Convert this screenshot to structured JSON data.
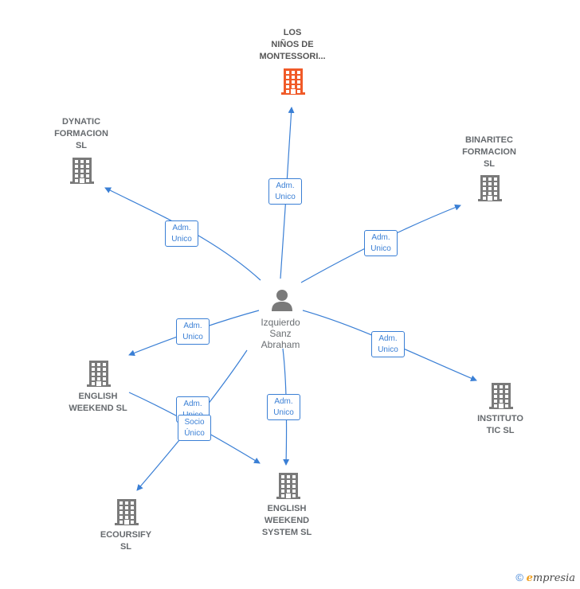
{
  "colors": {
    "edge": "#3a7fd5",
    "building_default": "#7a7a7a",
    "building_highlight": "#f05a28",
    "person": "#7a7a7a",
    "label": "#666a6e"
  },
  "person": {
    "name": "Izquierdo\nSanz\nAbraham",
    "icon": "person-icon"
  },
  "companies": [
    {
      "id": "montessori",
      "name": "LOS\nNIÑOS DE\nMONTESSORI...",
      "icon": "building-icon",
      "highlight": true
    },
    {
      "id": "dynatic",
      "name": "DYNATIC\nFORMACION\nSL",
      "icon": "building-icon",
      "highlight": false
    },
    {
      "id": "binaritec",
      "name": "BINARITEC\nFORMACION\nSL",
      "icon": "building-icon",
      "highlight": false
    },
    {
      "id": "english-weekend",
      "name": "ENGLISH\nWEEKEND  SL",
      "icon": "building-icon",
      "highlight": false
    },
    {
      "id": "instituto-tic",
      "name": "INSTITUTO\nTIC  SL",
      "icon": "building-icon",
      "highlight": false
    },
    {
      "id": "ecoursify",
      "name": "ECOURSIFY\nSL",
      "icon": "building-icon",
      "highlight": false
    },
    {
      "id": "english-weekend-system",
      "name": "ENGLISH\nWEEKEND\nSYSTEM  SL",
      "icon": "building-icon",
      "highlight": false
    }
  ],
  "relations": [
    {
      "to": "montessori",
      "line1": "Adm.",
      "line2": "Unico"
    },
    {
      "to": "dynatic",
      "line1": "Adm.",
      "line2": "Unico"
    },
    {
      "to": "binaritec",
      "line1": "Adm.",
      "line2": "Unico"
    },
    {
      "to": "english-weekend",
      "line1": "Adm.",
      "line2": "Unico"
    },
    {
      "to": "instituto-tic",
      "line1": "Adm.",
      "line2": "Unico"
    },
    {
      "to": "english-weekend-system",
      "line1": "Adm.",
      "line2": "Unico"
    },
    {
      "to": "ecoursify",
      "line1": "Adm.",
      "line2": "Unico"
    },
    {
      "to": "english-weekend-system",
      "line1": "Socio",
      "line2": "Único",
      "from": "english-weekend"
    }
  ],
  "footer": {
    "copyright": "©",
    "brand_e": "e",
    "brand_rest": "mpresia"
  }
}
